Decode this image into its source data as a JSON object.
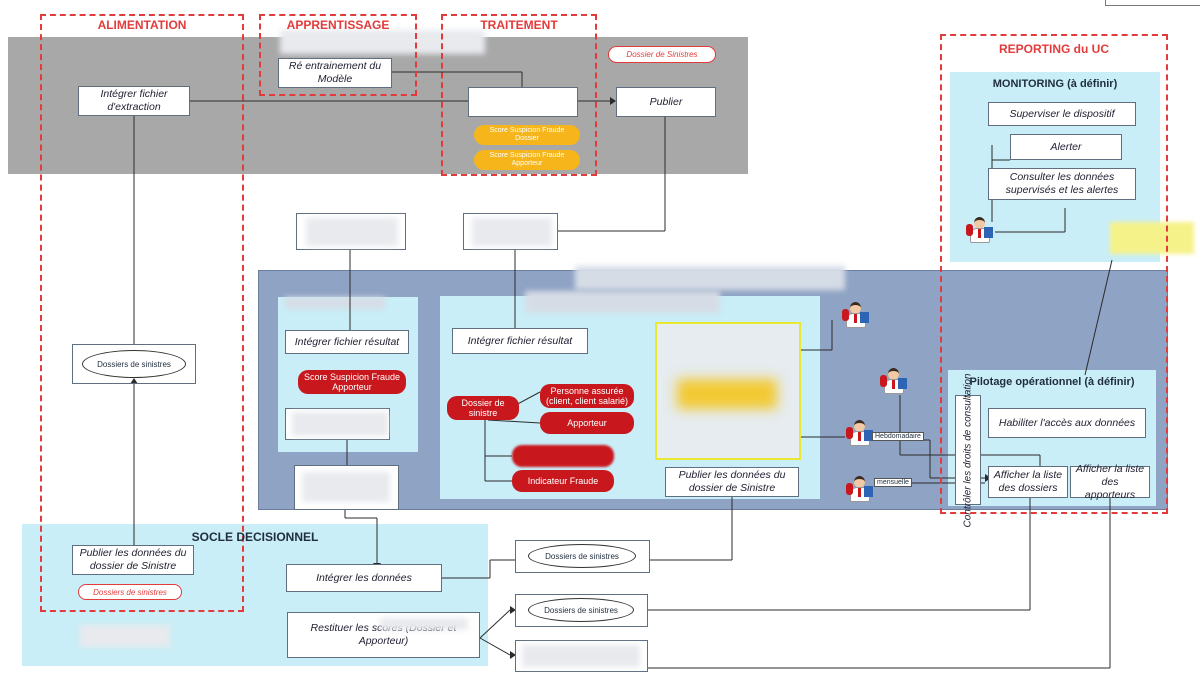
{
  "sections": {
    "alimentation": "ALIMENTATION",
    "apprentissage": "APPRENTISSAGE",
    "traitement": "TRAITEMENT",
    "reporting": "REPORTING du UC",
    "monitoring": "MONITORING (à définir)",
    "pilotage": "Pilotage opérationnel (à définir)",
    "socle": "SOCLE DECISIONNEL"
  },
  "boxes": {
    "integrer_extraction": "Intégrer fichier d'extraction",
    "reentrainement": "Ré entrainement du Modèle",
    "publier": "Publier",
    "superviser": "Superviser le dispositif",
    "alerter": "Alerter",
    "consulter": "Consulter les données supervisés et les alertes",
    "integrer_resultat_1": "Intégrer fichier résultat",
    "integrer_resultat_2": "Intégrer fichier résultat",
    "publier_donnees_dossier": "Publier les données du dossier de Sinistre",
    "habiliter": "Habiliter l'accès aux données",
    "controler_droits": "Contrôler les droits de consultation",
    "afficher_dossiers": "Afficher la liste des dossiers",
    "afficher_apporteurs": "Afficher la liste des apporteurs",
    "publier_socle": "Publier les données du dossier de Sinistre",
    "integrer_donnees": "Intégrer les données",
    "restituer_scores": "Restituer les scores (Dossier et Apporteur)"
  },
  "pills": {
    "dossier_sinistres_top": "Dossier de Sinistres",
    "score_dossier": "Score Suspicion Fraude Dossier",
    "score_apporteur": "Score Suspicion Fraude Apporteur",
    "score_apporteur_blue": "Score Suspicion Fraude Apporteur",
    "dossier_sinistre": "Dossier de sinistre",
    "personne": "Personne assurée (client, client salarié)",
    "apporteur": "Apporteur",
    "indicateur": "Indicateur Fraude",
    "dossiers_sinistres_socle": "Dossiers de sinistres"
  },
  "ellipses": {
    "e1": "Dossiers de sinistres",
    "e2": "Dossiers de sinistres",
    "e3": "Dossiers de sinistres"
  },
  "actor_labels": {
    "hebdo": "Hebdomadaire",
    "mensuelle": "mensuelle"
  },
  "colors": {
    "dashed_red": "#e23b3b",
    "gray_band": "#a8a8a8",
    "blue_band": "#8fa3c4",
    "light_panel": "#c9eef7",
    "pill_red": "#c8181e",
    "pill_yellow": "#f5b51b"
  }
}
